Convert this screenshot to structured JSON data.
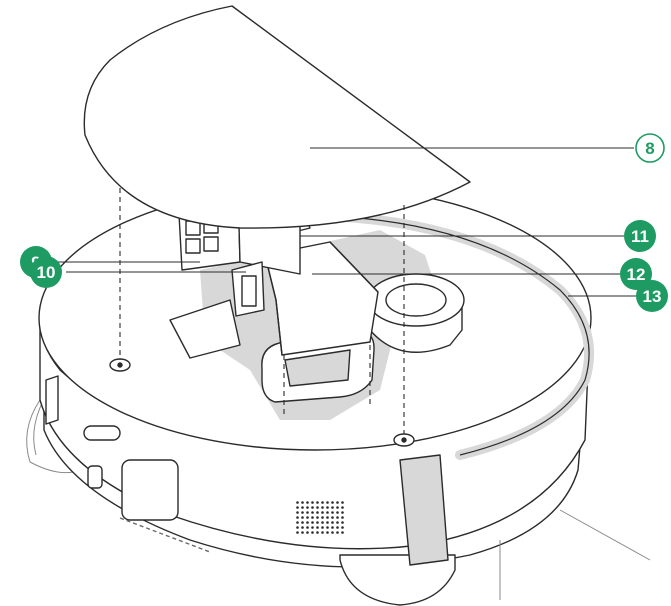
{
  "colors": {
    "outline": "#2b2b2b",
    "shadow": "#d8d8d8",
    "accent": "#1e9b63",
    "background": "#ffffff"
  },
  "callouts": [
    {
      "id": "8",
      "label": "8",
      "style": "outline"
    },
    {
      "id": "9",
      "label": "9",
      "style": "filled"
    },
    {
      "id": "10",
      "label": "10",
      "style": "filled"
    },
    {
      "id": "11",
      "label": "11",
      "style": "filled"
    },
    {
      "id": "12",
      "label": "12",
      "style": "filled"
    },
    {
      "id": "13",
      "label": "13",
      "style": "filled"
    }
  ]
}
